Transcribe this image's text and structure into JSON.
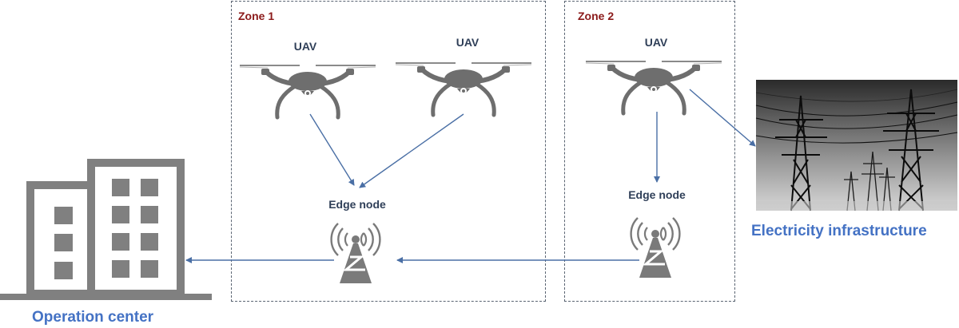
{
  "zones": [
    {
      "label": "Zone 1"
    },
    {
      "label": "Zone 2"
    }
  ],
  "uavs": [
    {
      "label": "UAV"
    },
    {
      "label": "UAV"
    },
    {
      "label": "UAV"
    }
  ],
  "edge_nodes": [
    {
      "label": "Edge node"
    },
    {
      "label": "Edge node"
    }
  ],
  "operation_center": {
    "label": "Operation center"
  },
  "electricity_infrastructure": {
    "label": "Electricity infrastructure"
  },
  "colors": {
    "zone_label": "#8b1a1a",
    "node_label": "#2f3f58",
    "caption": "#4472c4",
    "arrow": "#4a6fa5",
    "icon_gray": "#808080",
    "dashed_border": "#5a6472"
  }
}
